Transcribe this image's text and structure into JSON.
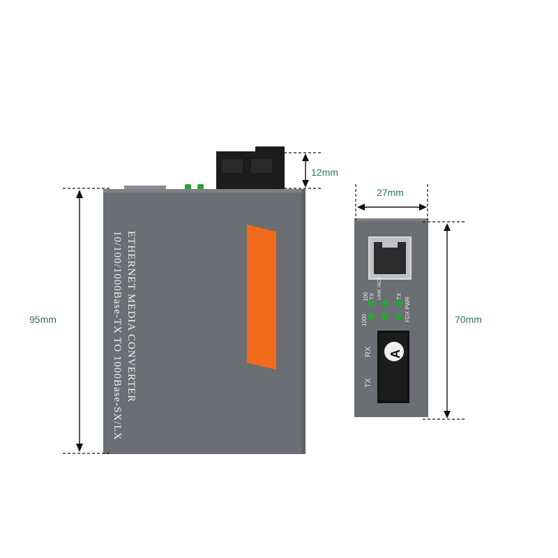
{
  "dimensions": {
    "height_side": "95mm",
    "connector_height": "12mm",
    "width_front": "27mm",
    "height_front": "70mm"
  },
  "side_panel": {
    "title_line1": "ETHERNET MEDIA CONVERTER",
    "title_line2": "10/100/1000Base-TX TO 1000Base-SX/LX"
  },
  "front_panel": {
    "led_labels": {
      "top_1": "100",
      "top_1b": "TX",
      "top_2": "LINK /ACT",
      "top_3": "TX",
      "bottom_1": "1000",
      "bottom_2": "FDX PWR"
    },
    "fiber_rx": "RX",
    "fiber_tx": "TX",
    "fiber_badge": "A"
  },
  "colors": {
    "body_gray": "#6b6e72",
    "accent_orange": "#f26a1b",
    "dimension_green": "#2e7a54",
    "led_green": "#2aa23a"
  }
}
